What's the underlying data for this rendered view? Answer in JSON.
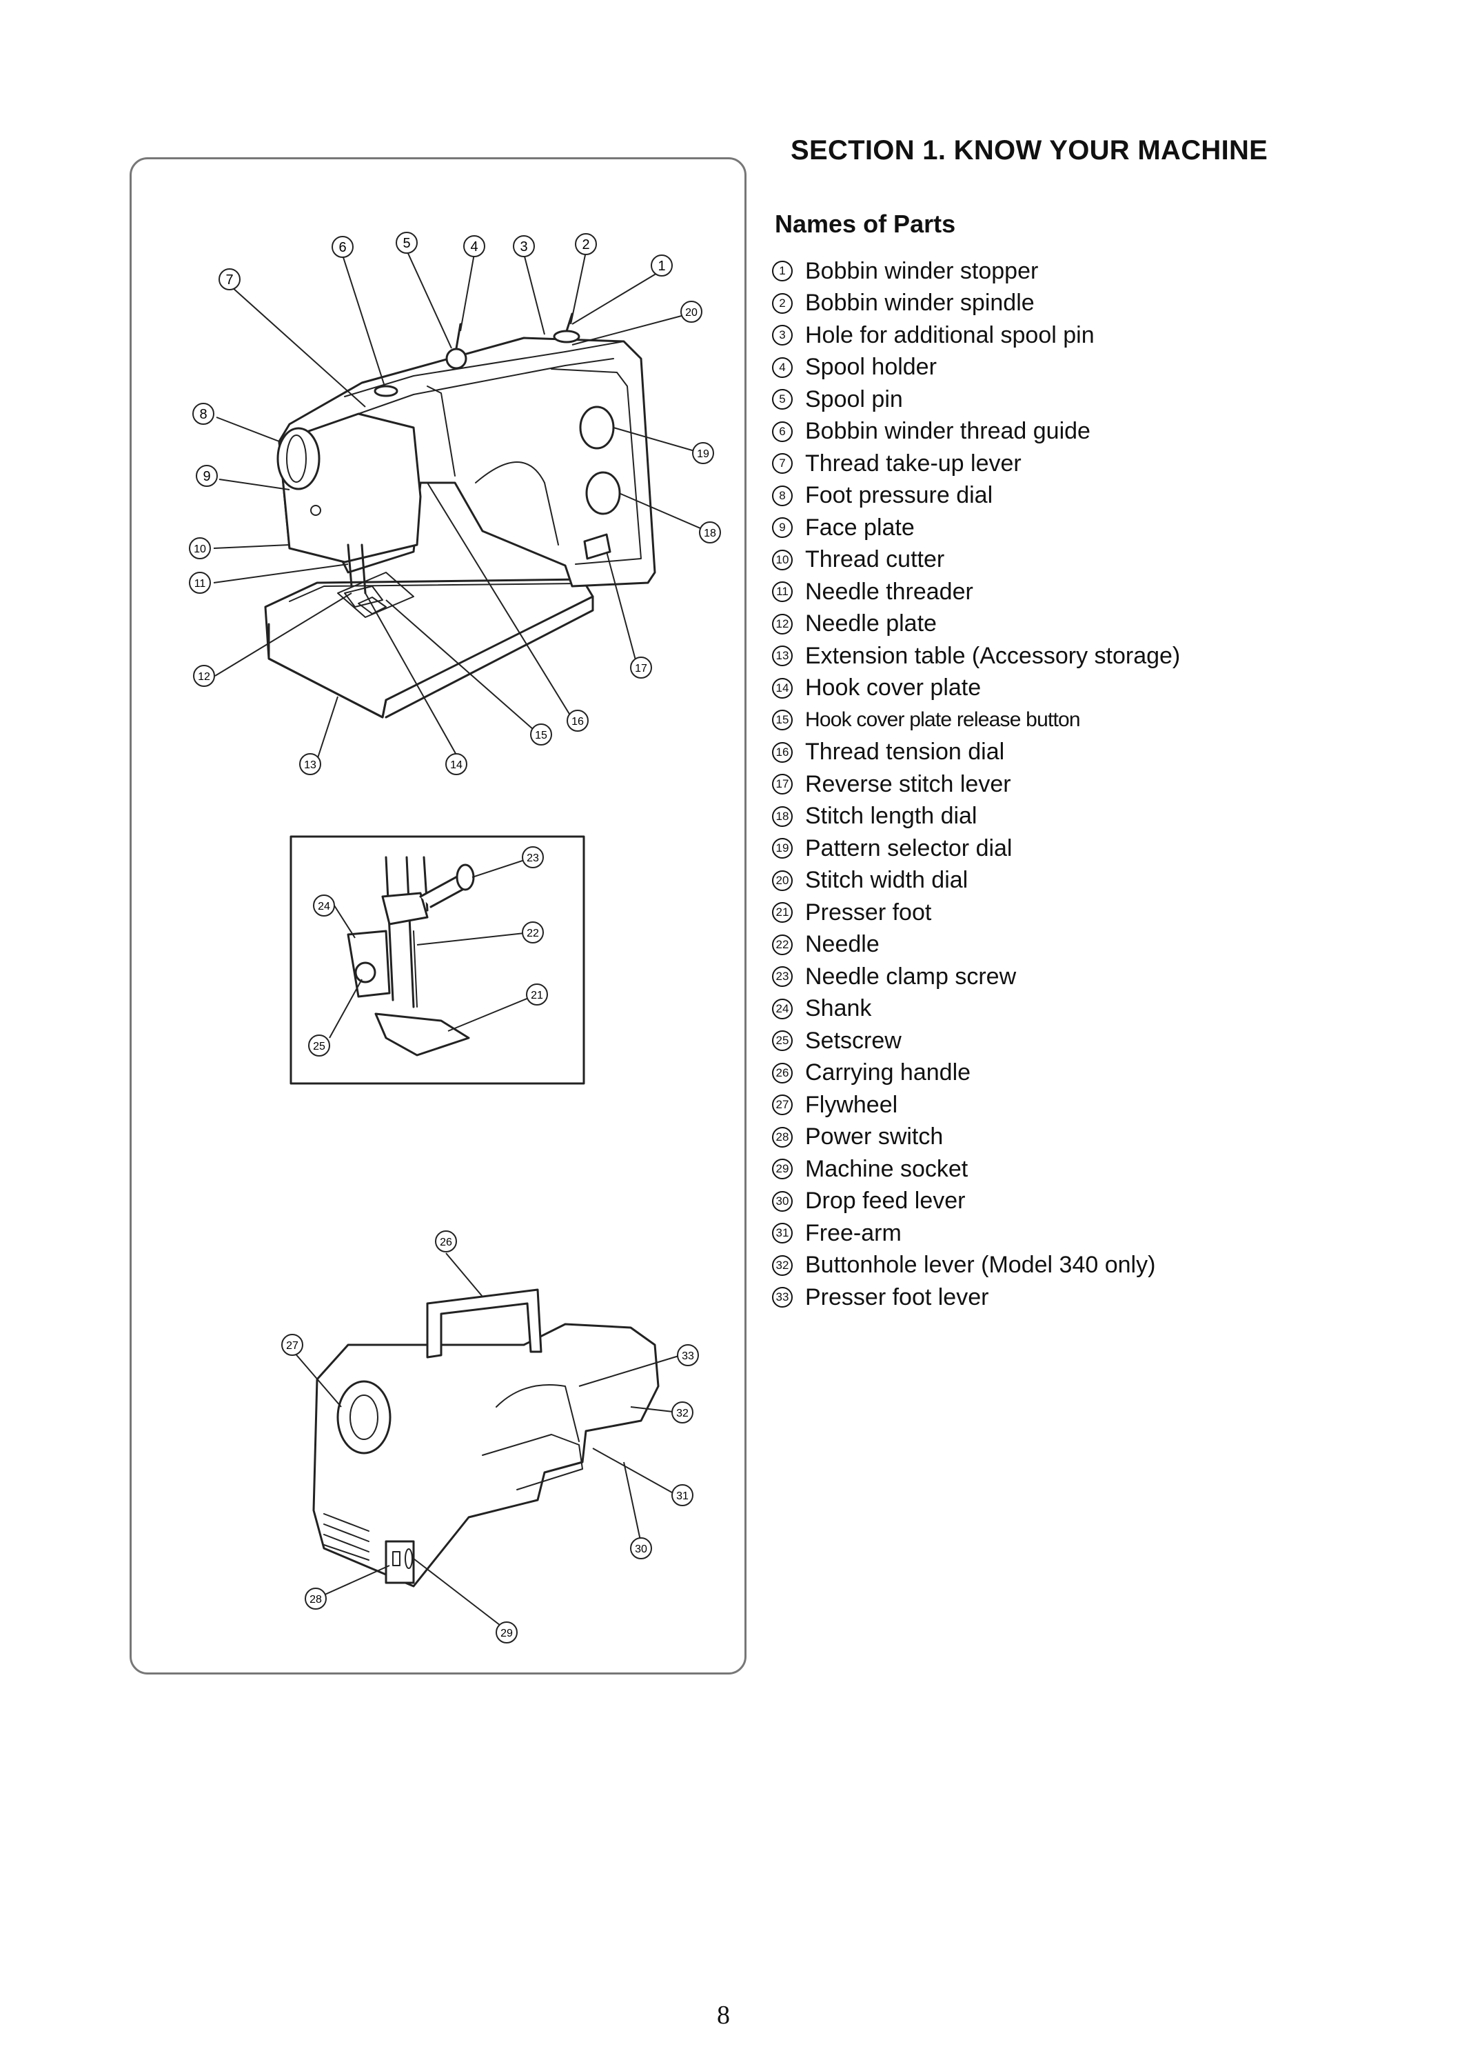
{
  "section_title": "SECTION 1. KNOW YOUR MACHINE",
  "names_heading": "Names of Parts",
  "parts": [
    {
      "num": "1",
      "label": "Bobbin winder stopper"
    },
    {
      "num": "2",
      "label": "Bobbin winder spindle"
    },
    {
      "num": "3",
      "label": "Hole for additional spool pin"
    },
    {
      "num": "4",
      "label": "Spool holder"
    },
    {
      "num": "5",
      "label": "Spool pin"
    },
    {
      "num": "6",
      "label": "Bobbin winder thread guide"
    },
    {
      "num": "7",
      "label": "Thread take-up lever"
    },
    {
      "num": "8",
      "label": "Foot pressure dial"
    },
    {
      "num": "9",
      "label": "Face plate"
    },
    {
      "num": "10",
      "label": "Thread cutter"
    },
    {
      "num": "11",
      "label": "Needle threader"
    },
    {
      "num": "12",
      "label": "Needle plate"
    },
    {
      "num": "13",
      "label": "Extension table (Accessory storage)"
    },
    {
      "num": "14",
      "label": "Hook cover plate"
    },
    {
      "num": "15",
      "label": "Hook cover plate release button"
    },
    {
      "num": "16",
      "label": "Thread tension dial"
    },
    {
      "num": "17",
      "label": "Reverse stitch lever"
    },
    {
      "num": "18",
      "label": "Stitch length dial"
    },
    {
      "num": "19",
      "label": "Pattern selector dial"
    },
    {
      "num": "20",
      "label": "Stitch width dial"
    },
    {
      "num": "21",
      "label": "Presser foot"
    },
    {
      "num": "22",
      "label": "Needle"
    },
    {
      "num": "23",
      "label": "Needle clamp screw"
    },
    {
      "num": "24",
      "label": "Shank"
    },
    {
      "num": "25",
      "label": "Setscrew"
    },
    {
      "num": "26",
      "label": "Carrying handle"
    },
    {
      "num": "27",
      "label": "Flywheel"
    },
    {
      "num": "28",
      "label": "Power switch"
    },
    {
      "num": "29",
      "label": "Machine socket"
    },
    {
      "num": "30",
      "label": "Drop feed lever"
    },
    {
      "num": "31",
      "label": "Free-arm"
    },
    {
      "num": "32",
      "label": "Buttonhole lever (Model 340 only)"
    },
    {
      "num": "33",
      "label": "Presser foot lever"
    }
  ],
  "page_number": "8"
}
